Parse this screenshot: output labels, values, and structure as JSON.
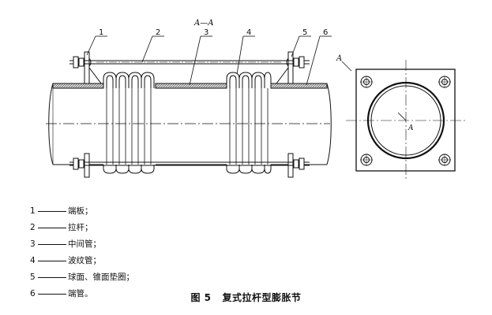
{
  "section_label": "A—A",
  "view_marker": "A",
  "center_marker": "A",
  "callouts": [
    "1",
    "2",
    "3",
    "4",
    "5",
    "6"
  ],
  "legend": [
    {
      "num": "1",
      "text": "端板；"
    },
    {
      "num": "2",
      "text": "拉杆；"
    },
    {
      "num": "3",
      "text": "中间管；"
    },
    {
      "num": "4",
      "text": "波纹管；"
    },
    {
      "num": "5",
      "text": "球面、锥面垫圈；"
    },
    {
      "num": "6",
      "text": "端管。"
    }
  ],
  "caption": {
    "figure_no": "图 5",
    "title": "复式拉杆型膨胀节"
  }
}
